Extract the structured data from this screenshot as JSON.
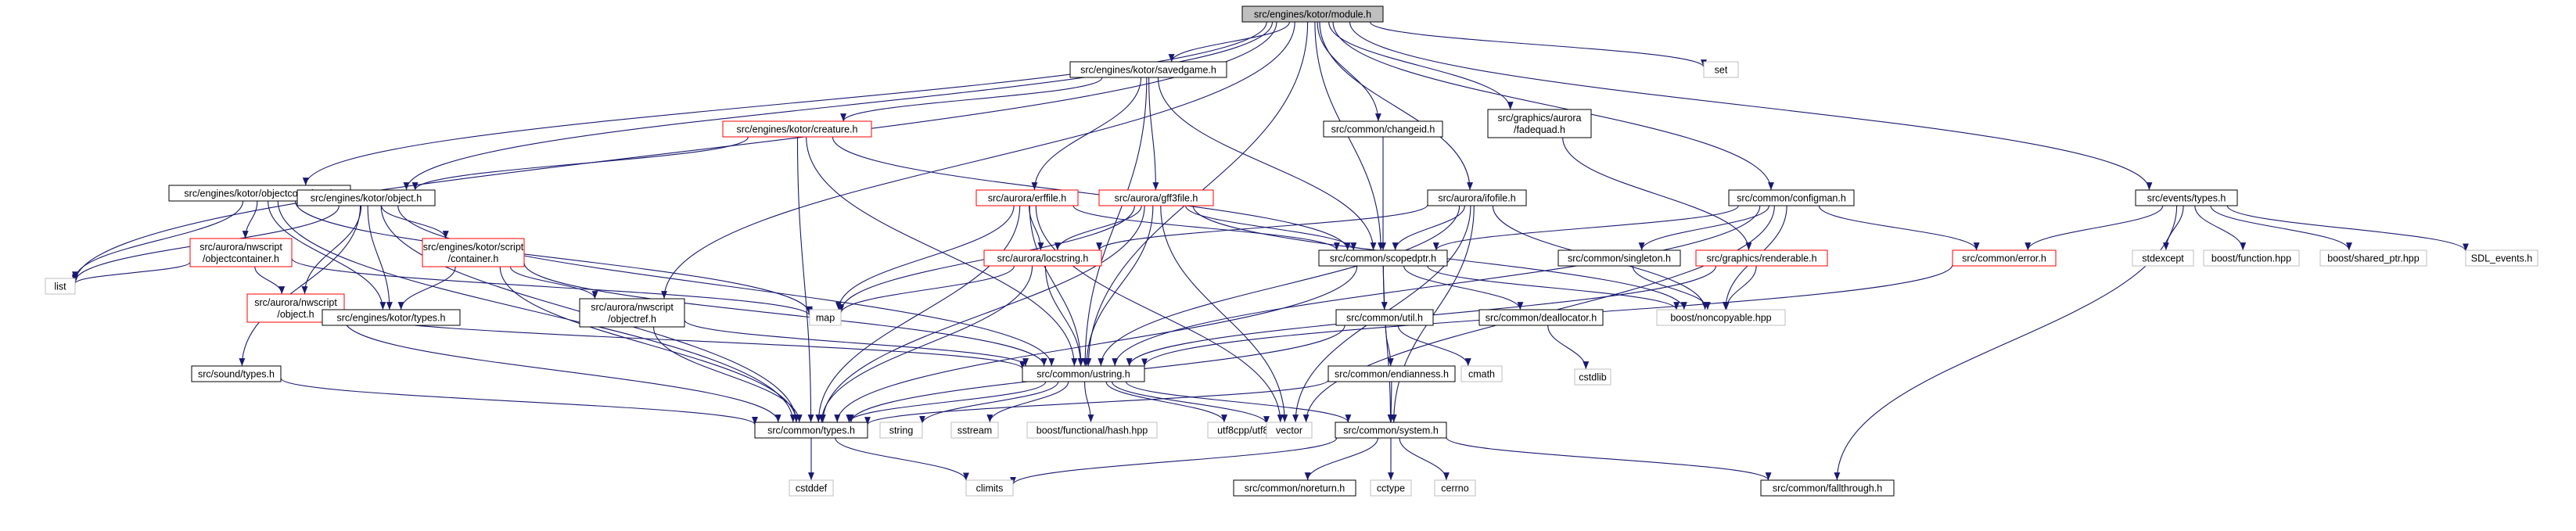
{
  "colors": {
    "edge": "#191970",
    "focus_fill": "#bfbfbf",
    "focus_border": "#000000",
    "documented_border": "#000000",
    "incomplete_border": "#ff0000",
    "undocumented_border": "#bfbfbf",
    "background": "#ffffff"
  },
  "nodes": [
    {
      "id": "module",
      "lines": [
        "src/engines/kotor/module.h"
      ],
      "kind": "focus"
    },
    {
      "id": "savedgame",
      "lines": [
        "src/engines/kotor/savedgame.h"
      ],
      "kind": "documented"
    },
    {
      "id": "set",
      "lines": [
        "set"
      ],
      "kind": "undocumented"
    },
    {
      "id": "creature",
      "lines": [
        "src/engines/kotor/creature.h"
      ],
      "kind": "incomplete"
    },
    {
      "id": "changeid",
      "lines": [
        "src/common/changeid.h"
      ],
      "kind": "documented"
    },
    {
      "id": "fadequad",
      "lines": [
        "src/graphics/aurora",
        "/fadequad.h"
      ],
      "kind": "documented"
    },
    {
      "id": "objcontainer",
      "lines": [
        "src/engines/kotor/objectcontainer.h"
      ],
      "kind": "documented"
    },
    {
      "id": "kobject",
      "lines": [
        "src/engines/kotor/object.h"
      ],
      "kind": "documented"
    },
    {
      "id": "erffile",
      "lines": [
        "src/aurora/erffile.h"
      ],
      "kind": "incomplete"
    },
    {
      "id": "gff3file",
      "lines": [
        "src/aurora/gff3file.h"
      ],
      "kind": "incomplete"
    },
    {
      "id": "ifofile",
      "lines": [
        "src/aurora/ifofile.h"
      ],
      "kind": "documented"
    },
    {
      "id": "configman",
      "lines": [
        "src/common/configman.h"
      ],
      "kind": "documented"
    },
    {
      "id": "evtypes",
      "lines": [
        "src/events/types.h"
      ],
      "kind": "documented"
    },
    {
      "id": "nwobjcontainer",
      "lines": [
        "src/aurora/nwscript",
        "/objectcontainer.h"
      ],
      "kind": "incomplete"
    },
    {
      "id": "scriptcontainer",
      "lines": [
        "src/engines/kotor/script",
        "/container.h"
      ],
      "kind": "incomplete"
    },
    {
      "id": "locstring",
      "lines": [
        "src/aurora/locstring.h"
      ],
      "kind": "incomplete"
    },
    {
      "id": "scopedptr",
      "lines": [
        "src/common/scopedptr.h"
      ],
      "kind": "documented"
    },
    {
      "id": "singleton",
      "lines": [
        "src/common/singleton.h"
      ],
      "kind": "documented"
    },
    {
      "id": "renderable",
      "lines": [
        "src/graphics/renderable.h"
      ],
      "kind": "incomplete"
    },
    {
      "id": "error",
      "lines": [
        "src/common/error.h"
      ],
      "kind": "incomplete"
    },
    {
      "id": "stdexcept",
      "lines": [
        "stdexcept"
      ],
      "kind": "undocumented"
    },
    {
      "id": "boostfunction",
      "lines": [
        "boost/function.hpp"
      ],
      "kind": "undocumented"
    },
    {
      "id": "boostshared",
      "lines": [
        "boost/shared_ptr.hpp"
      ],
      "kind": "undocumented"
    },
    {
      "id": "sdlevents",
      "lines": [
        "SDL_events.h"
      ],
      "kind": "undocumented"
    },
    {
      "id": "list",
      "lines": [
        "list"
      ],
      "kind": "undocumented"
    },
    {
      "id": "nwobject",
      "lines": [
        "src/aurora/nwscript",
        "/object.h"
      ],
      "kind": "incomplete"
    },
    {
      "id": "kotortypes",
      "lines": [
        "src/engines/kotor/types.h"
      ],
      "kind": "documented"
    },
    {
      "id": "objectref",
      "lines": [
        "src/aurora/nwscript",
        "/objectref.h"
      ],
      "kind": "documented"
    },
    {
      "id": "map",
      "lines": [
        "map"
      ],
      "kind": "undocumented"
    },
    {
      "id": "noncopyable",
      "lines": [
        "boost/noncopyable.hpp"
      ],
      "kind": "undocumented"
    },
    {
      "id": "util",
      "lines": [
        "src/common/util.h"
      ],
      "kind": "documented"
    },
    {
      "id": "deallocator",
      "lines": [
        "src/common/deallocator.h"
      ],
      "kind": "documented"
    },
    {
      "id": "soundtypes",
      "lines": [
        "src/sound/types.h"
      ],
      "kind": "documented"
    },
    {
      "id": "ustring",
      "lines": [
        "src/common/ustring.h"
      ],
      "kind": "documented"
    },
    {
      "id": "cmath",
      "lines": [
        "cmath"
      ],
      "kind": "undocumented"
    },
    {
      "id": "cstdlib",
      "lines": [
        "cstdlib"
      ],
      "kind": "undocumented"
    },
    {
      "id": "endianness",
      "lines": [
        "src/common/endianness.h"
      ],
      "kind": "documented"
    },
    {
      "id": "commontypes",
      "lines": [
        "src/common/types.h"
      ],
      "kind": "documented"
    },
    {
      "id": "string",
      "lines": [
        "string"
      ],
      "kind": "undocumented"
    },
    {
      "id": "sstream",
      "lines": [
        "sstream"
      ],
      "kind": "undocumented"
    },
    {
      "id": "boosthash",
      "lines": [
        "boost/functional/hash.hpp"
      ],
      "kind": "undocumented"
    },
    {
      "id": "utf8",
      "lines": [
        "utf8cpp/utf8.h"
      ],
      "kind": "undocumented"
    },
    {
      "id": "vector",
      "lines": [
        "vector"
      ],
      "kind": "undocumented"
    },
    {
      "id": "system",
      "lines": [
        "src/common/system.h"
      ],
      "kind": "documented"
    },
    {
      "id": "cstddef",
      "lines": [
        "cstddef"
      ],
      "kind": "undocumented"
    },
    {
      "id": "climits",
      "lines": [
        "climits"
      ],
      "kind": "undocumented"
    },
    {
      "id": "noreturn",
      "lines": [
        "src/common/noreturn.h"
      ],
      "kind": "documented"
    },
    {
      "id": "cctype",
      "lines": [
        "cctype"
      ],
      "kind": "undocumented"
    },
    {
      "id": "cerrno",
      "lines": [
        "cerrno"
      ],
      "kind": "undocumented"
    },
    {
      "id": "fallthrough",
      "lines": [
        "src/common/fallthrough.h"
      ],
      "kind": "documented"
    }
  ],
  "edges": [
    [
      "module",
      "savedgame"
    ],
    [
      "module",
      "set"
    ],
    [
      "module",
      "changeid"
    ],
    [
      "module",
      "fadequad"
    ],
    [
      "module",
      "objcontainer"
    ],
    [
      "module",
      "kobject"
    ],
    [
      "module",
      "ifofile"
    ],
    [
      "module",
      "configman"
    ],
    [
      "module",
      "evtypes"
    ],
    [
      "module",
      "list"
    ],
    [
      "module",
      "objectref"
    ],
    [
      "module",
      "ustring"
    ],
    [
      "module",
      "scopedptr"
    ],
    [
      "savedgame",
      "creature"
    ],
    [
      "savedgame",
      "erffile"
    ],
    [
      "savedgame",
      "gff3file"
    ],
    [
      "savedgame",
      "scopedptr"
    ],
    [
      "savedgame",
      "ustring"
    ],
    [
      "creature",
      "kobject"
    ],
    [
      "creature",
      "scopedptr"
    ],
    [
      "creature",
      "ustring"
    ],
    [
      "creature",
      "commontypes"
    ],
    [
      "changeid",
      "scopedptr"
    ],
    [
      "fadequad",
      "renderable"
    ],
    [
      "objcontainer",
      "nwobjcontainer"
    ],
    [
      "objcontainer",
      "list"
    ],
    [
      "objcontainer",
      "map"
    ],
    [
      "objcontainer",
      "kotortypes"
    ],
    [
      "objcontainer",
      "commontypes"
    ],
    [
      "kobject",
      "scriptcontainer"
    ],
    [
      "kobject",
      "nwobject"
    ],
    [
      "kobject",
      "kotortypes"
    ],
    [
      "kobject",
      "soundtypes"
    ],
    [
      "kobject",
      "list"
    ],
    [
      "kobject",
      "commontypes"
    ],
    [
      "kobject",
      "ustring"
    ],
    [
      "erffile",
      "locstring"
    ],
    [
      "erffile",
      "scopedptr"
    ],
    [
      "erffile",
      "ustring"
    ],
    [
      "erffile",
      "commontypes"
    ],
    [
      "erffile",
      "map"
    ],
    [
      "erffile",
      "vector"
    ],
    [
      "gff3file",
      "locstring"
    ],
    [
      "gff3file",
      "scopedptr"
    ],
    [
      "gff3file",
      "noncopyable"
    ],
    [
      "gff3file",
      "ustring"
    ],
    [
      "gff3file",
      "commontypes"
    ],
    [
      "gff3file",
      "vector"
    ],
    [
      "gff3file",
      "map"
    ],
    [
      "ifofile",
      "locstring"
    ],
    [
      "ifofile",
      "scopedptr"
    ],
    [
      "ifofile",
      "noncopyable"
    ],
    [
      "ifofile",
      "ustring"
    ],
    [
      "ifofile",
      "vector"
    ],
    [
      "ifofile",
      "system"
    ],
    [
      "configman",
      "scopedptr"
    ],
    [
      "configman",
      "singleton"
    ],
    [
      "configman",
      "error"
    ],
    [
      "configman",
      "ustring"
    ],
    [
      "configman",
      "noncopyable"
    ],
    [
      "configman",
      "vector"
    ],
    [
      "evtypes",
      "error"
    ],
    [
      "evtypes",
      "stdexcept"
    ],
    [
      "evtypes",
      "boostfunction"
    ],
    [
      "evtypes",
      "boostshared"
    ],
    [
      "evtypes",
      "sdlevents"
    ],
    [
      "evtypes",
      "fallthrough"
    ],
    [
      "nwobjcontainer",
      "list"
    ],
    [
      "nwobjcontainer",
      "nwobject"
    ],
    [
      "nwobjcontainer",
      "map"
    ],
    [
      "scriptcontainer",
      "kotortypes"
    ],
    [
      "scriptcontainer",
      "objectref"
    ],
    [
      "scriptcontainer",
      "ustring"
    ],
    [
      "scriptcontainer",
      "commontypes"
    ],
    [
      "locstring",
      "map"
    ],
    [
      "locstring",
      "ustring"
    ],
    [
      "locstring",
      "commontypes"
    ],
    [
      "scopedptr",
      "noncopyable"
    ],
    [
      "scopedptr",
      "util"
    ],
    [
      "scopedptr",
      "deallocator"
    ],
    [
      "scopedptr",
      "commontypes"
    ],
    [
      "scopedptr",
      "system"
    ],
    [
      "singleton",
      "noncopyable"
    ],
    [
      "renderable",
      "noncopyable"
    ],
    [
      "renderable",
      "ustring"
    ],
    [
      "error",
      "ustring"
    ],
    [
      "nwobject",
      "ustring"
    ],
    [
      "nwobject",
      "commontypes"
    ],
    [
      "objectref",
      "ustring"
    ],
    [
      "objectref",
      "commontypes"
    ],
    [
      "util",
      "cmath"
    ],
    [
      "util",
      "endianness"
    ],
    [
      "util",
      "commontypes"
    ],
    [
      "deallocator",
      "cstdlib"
    ],
    [
      "soundtypes",
      "commontypes"
    ],
    [
      "ustring",
      "commontypes"
    ],
    [
      "ustring",
      "string"
    ],
    [
      "ustring",
      "sstream"
    ],
    [
      "ustring",
      "boosthash"
    ],
    [
      "ustring",
      "utf8"
    ],
    [
      "ustring",
      "vector"
    ],
    [
      "ustring",
      "system"
    ],
    [
      "endianness",
      "commontypes"
    ],
    [
      "endianness",
      "system"
    ],
    [
      "commontypes",
      "cstddef"
    ],
    [
      "commontypes",
      "climits"
    ],
    [
      "system",
      "climits"
    ],
    [
      "system",
      "noreturn"
    ],
    [
      "system",
      "cctype"
    ],
    [
      "system",
      "cerrno"
    ],
    [
      "system",
      "fallthrough"
    ]
  ]
}
